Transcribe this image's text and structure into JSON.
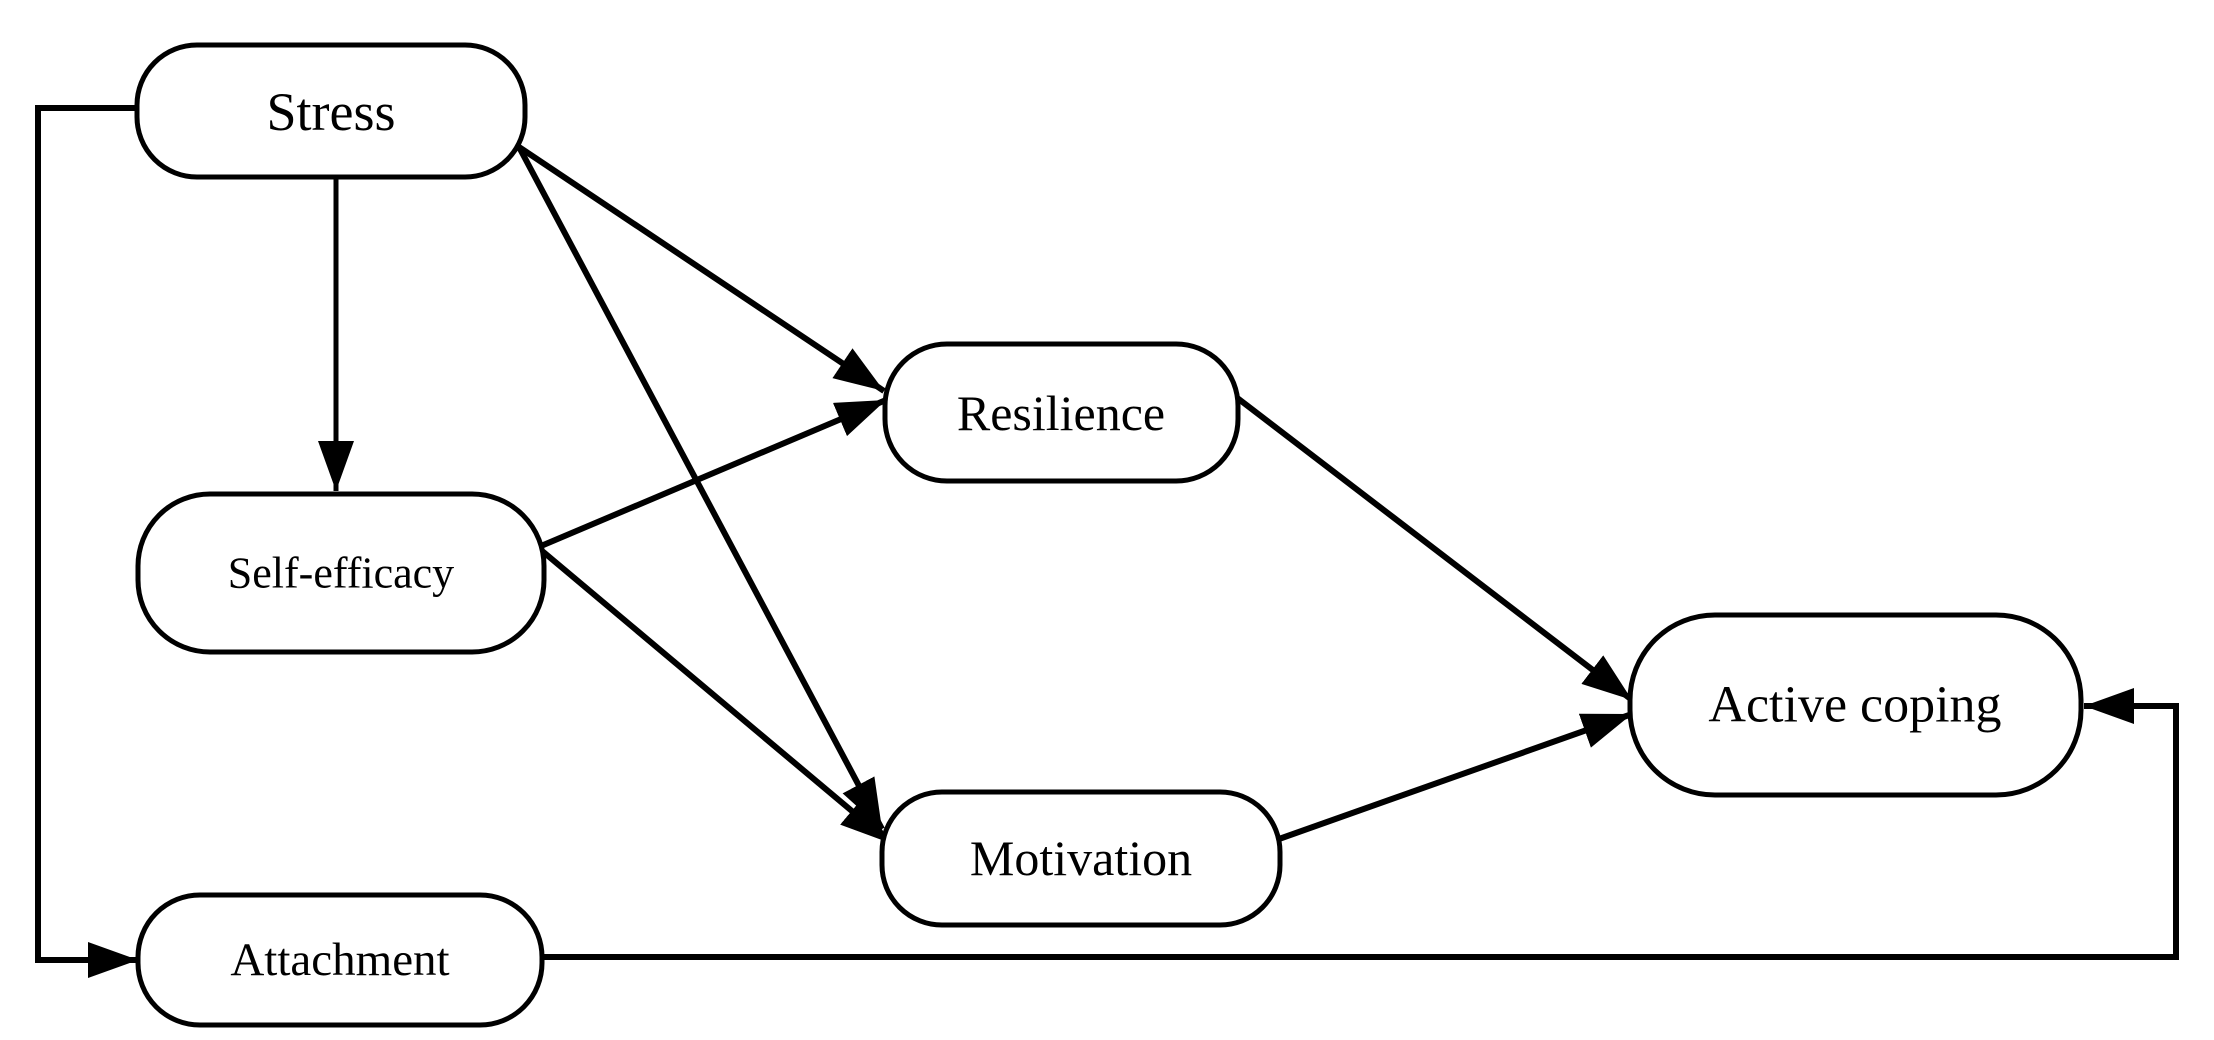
{
  "figure": {
    "kind": "path-model-diagram",
    "background_color": "#ffffff",
    "line_color": "#000000",
    "node_fill_color": "#ffffff",
    "nodes": [
      {
        "id": "stress",
        "label": "Stress"
      },
      {
        "id": "self_efficacy",
        "label": "Self-efficacy"
      },
      {
        "id": "resilience",
        "label": "Resilience"
      },
      {
        "id": "motivation",
        "label": "Motivation"
      },
      {
        "id": "active_coping",
        "label": "Active coping"
      },
      {
        "id": "attachment",
        "label": "Attachment"
      }
    ],
    "edges": [
      {
        "from": "stress",
        "to": "self_efficacy",
        "route": "straight-down",
        "arrowhead": "filled-triangle"
      },
      {
        "from": "stress",
        "to": "resilience",
        "route": "diagonal",
        "arrowhead": "filled-triangle"
      },
      {
        "from": "stress",
        "to": "motivation",
        "route": "diagonal",
        "arrowhead": "filled-triangle"
      },
      {
        "from": "stress",
        "to": "attachment",
        "route": "orthogonal-left-margin",
        "arrowhead": "filled-triangle"
      },
      {
        "from": "self_efficacy",
        "to": "resilience",
        "route": "diagonal",
        "arrowhead": "filled-triangle"
      },
      {
        "from": "self_efficacy",
        "to": "motivation",
        "route": "diagonal",
        "arrowhead": "filled-triangle"
      },
      {
        "from": "resilience",
        "to": "active_coping",
        "route": "diagonal",
        "arrowhead": "filled-triangle"
      },
      {
        "from": "motivation",
        "to": "active_coping",
        "route": "diagonal",
        "arrowhead": "filled-triangle"
      },
      {
        "from": "attachment",
        "to": "active_coping",
        "route": "orthogonal-bottom-right",
        "arrowhead": "filled-triangle"
      }
    ]
  }
}
